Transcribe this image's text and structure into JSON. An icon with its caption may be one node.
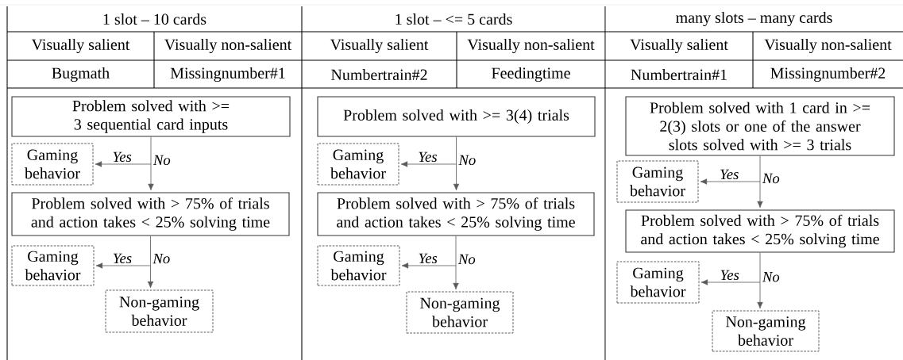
{
  "diagram": {
    "nodes": [
      {
        "text": [
          "Problem solved with >= 3 sequential card inputs"
        ]
      },
      {
        "text": [
          "Gaming behavior"
        ]
      },
      {
        "text": [
          "Problem solved with > 75% of trials and action takes < 25% solving time"
        ]
      },
      {
        "text": [
          "Gaming behavior"
        ]
      },
      {
        "text": [
          "Non-gaming behavior"
        ]
      },
      {
        "text": [
          "Problem solved with >= 3(4) trials"
        ]
      },
      {
        "text": [
          "Gaming behavior"
        ]
      },
      {
        "text": [
          "Problem solved with > 75% of trials and action takes < 25% solving time"
        ]
      },
      {
        "text": [
          "Gaming behavior"
        ]
      },
      {
        "text": [
          "Non-gaming behavior"
        ]
      },
      {
        "text": [
          "Problem solved with 1 card in >= 2(3) slots or one of the answer slots solved with >= 3 trials"
        ]
      },
      {
        "text": [
          "Gaming behavior"
        ]
      },
      {
        "text": [
          "Problem solved with > 75% of trials and action takes < 25% solving time"
        ]
      },
      {
        "text": [
          "Gaming behavior"
        ]
      },
      {
        "text": [
          "Non-gaming behavior"
        ]
      }
    ],
    "edges": [
      {
        "from": 0,
        "to": 1,
        "arrow": "to",
        "label": "Yes"
      },
      {
        "from": 0,
        "to": 2,
        "arrow": "to",
        "label": "No"
      },
      {
        "from": 2,
        "to": 3,
        "arrow": "to",
        "label": "Yes"
      },
      {
        "from": 2,
        "to": 4,
        "arrow": "to",
        "label": "No"
      },
      {
        "from": 5,
        "to": 6,
        "arrow": "to",
        "label": "Yes"
      },
      {
        "from": 5,
        "to": 7,
        "arrow": "to",
        "label": "No"
      },
      {
        "from": 7,
        "to": 8,
        "arrow": "to",
        "label": "Yes"
      },
      {
        "from": 7,
        "to": 9,
        "arrow": "to",
        "label": "No"
      },
      {
        "from": 10,
        "to": 11,
        "arrow": "to",
        "label": "Yes"
      },
      {
        "from": 10,
        "to": 12,
        "arrow": "to",
        "label": "No"
      },
      {
        "from": 12,
        "to": 13,
        "arrow": "to",
        "label": "Yes"
      },
      {
        "from": 12,
        "to": 14,
        "arrow": "to",
        "label": "No"
      }
    ],
    "labels": [
      "1 slot – 10 cards",
      "1 slot – <= 5 cards",
      "many slots – many cards",
      "Visually salient",
      "Visually non-salient",
      "Visually salient",
      "Visually non-salient",
      "Visually salient",
      "Visually non-salient",
      "Bugmath",
      "Missingnumber#1",
      "Numbertrain#2",
      "Feedingtime",
      "Numbertrain#1",
      "Missingnumber#2"
    ]
  }
}
